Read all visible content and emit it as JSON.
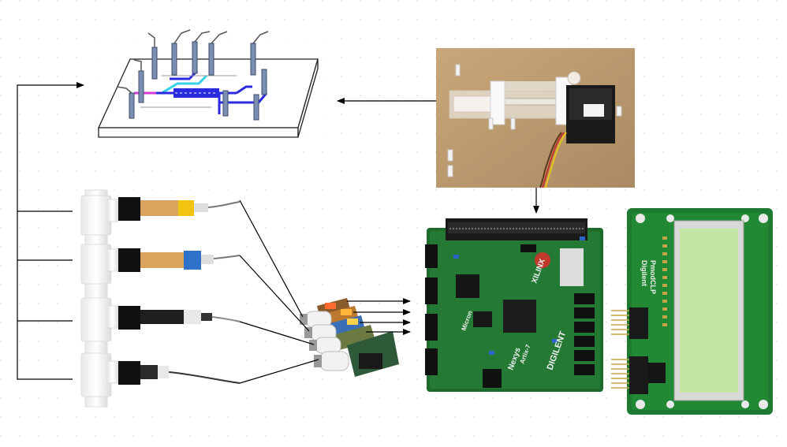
{
  "components": [
    {
      "id": "microfluidic-chip",
      "kind": "3d-chip-rendering"
    },
    {
      "id": "servo-syringe-pump",
      "kind": "photo"
    },
    {
      "id": "sensor-manifold",
      "kind": "photo",
      "probe_count": 4
    },
    {
      "id": "sensor-interface-boards",
      "kind": "photo",
      "board_count": 4
    },
    {
      "id": "fpga-board",
      "kind": "photo"
    },
    {
      "id": "lcd-module",
      "kind": "photo"
    }
  ],
  "silkscreen": {
    "fpga_brand": "DIGILENT",
    "fpga_model": "Nexys",
    "fpga_sub": "Artix-7",
    "chip_vendor": "XILINX",
    "memory_vendor": "Micron",
    "lcd_brand": "Digilent",
    "lcd_model": "PmodCLP"
  },
  "colors": {
    "arrow": "#000000",
    "pcb_green": "#1d6b2c",
    "lcd_screen": "#c3e6a5",
    "chip_channel": "#2a2adf",
    "chip_inlet": "#d63cd6",
    "chip_cyan": "#36d1e6",
    "servo_cable_red": "#c0392b",
    "servo_cable_yellow": "#e6c21e"
  }
}
